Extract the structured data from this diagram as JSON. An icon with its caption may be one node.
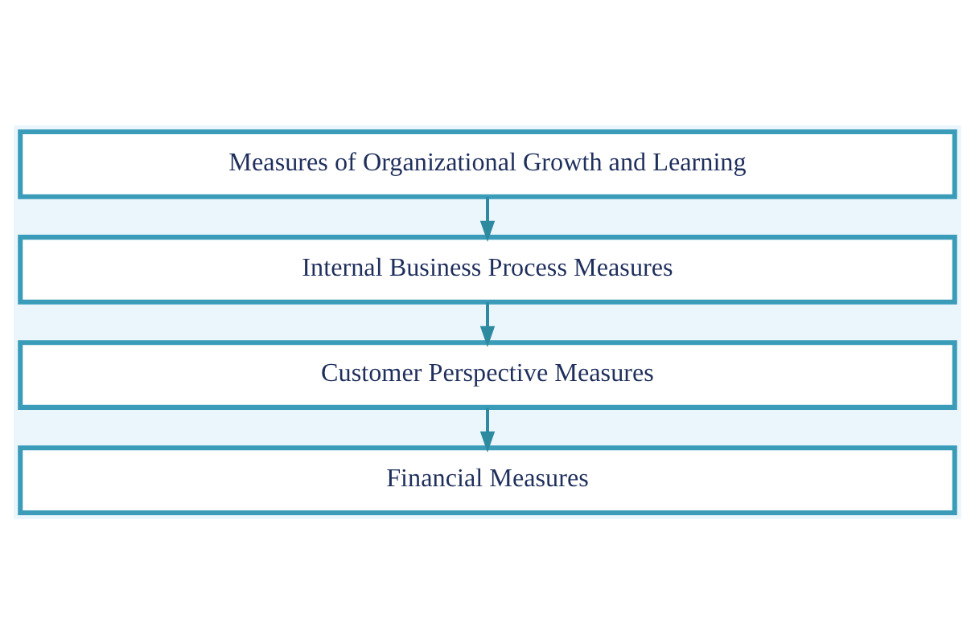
{
  "diagram": {
    "nodes": [
      {
        "text": [
          "Measures of Organizational Growth and Learning"
        ]
      },
      {
        "text": [
          "Internal Business Process Measures"
        ]
      },
      {
        "text": [
          "Customer Perspective Measures"
        ]
      },
      {
        "text": [
          "Financial Measures"
        ]
      }
    ],
    "edges": [
      {
        "from": 0,
        "to": 1,
        "arrow": "to"
      },
      {
        "from": 1,
        "to": 2,
        "arrow": "to"
      },
      {
        "from": 2,
        "to": 3,
        "arrow": "to"
      }
    ]
  }
}
